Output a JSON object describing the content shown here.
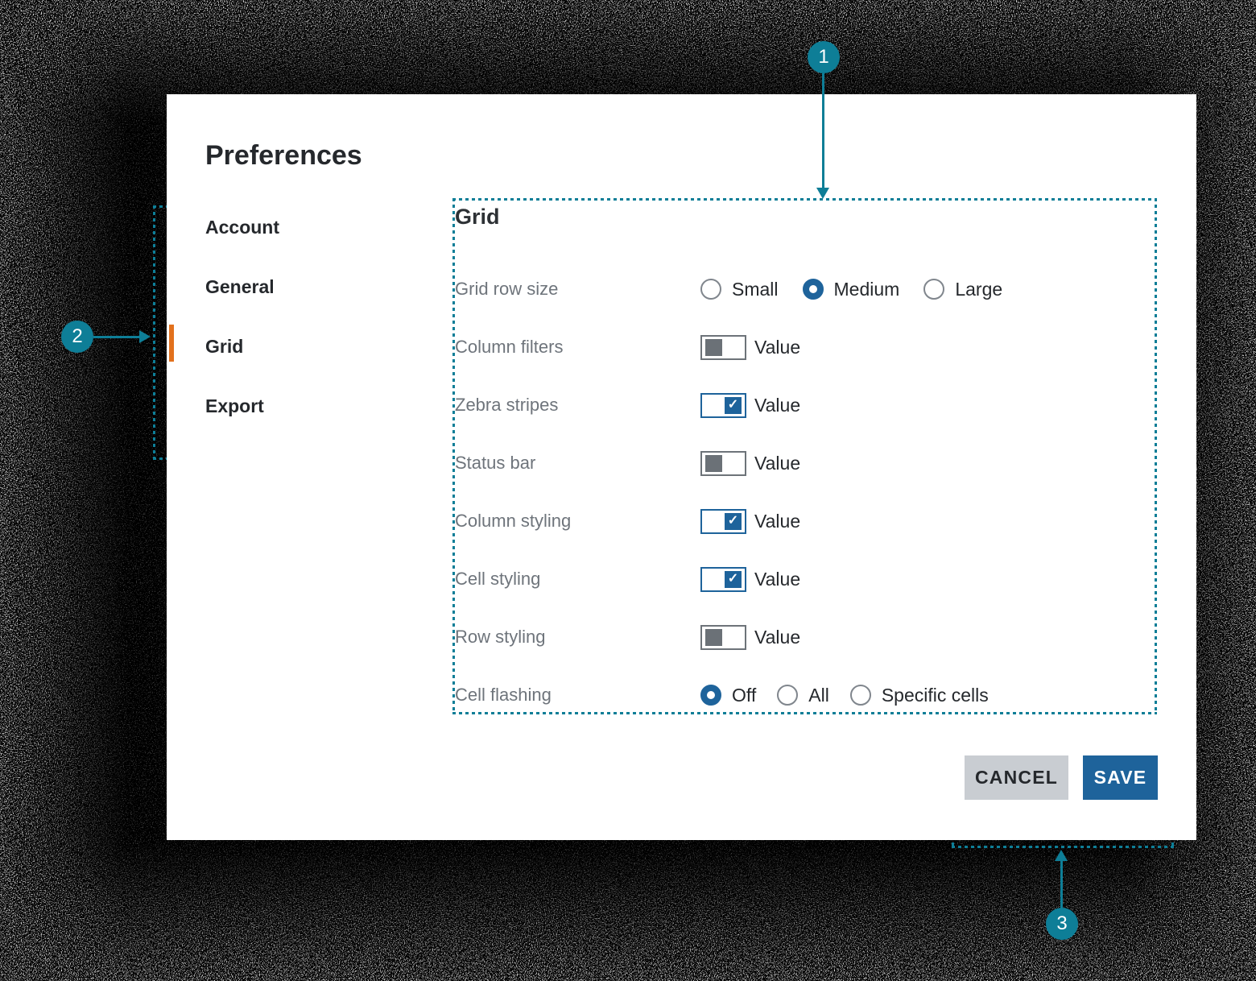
{
  "colors": {
    "accent-teal": "#0e7e97",
    "primary-blue": "#1e639b",
    "selected-orange": "#e2711d",
    "cancel-bg": "#c9cdd2",
    "dialog-bg": "#ffffff",
    "label-gray": "#6e747b",
    "text-dark": "#25282c"
  },
  "dialog": {
    "title": "Preferences",
    "sidebar": {
      "items": [
        {
          "label": "Account",
          "selected": false
        },
        {
          "label": "General",
          "selected": false
        },
        {
          "label": "Grid",
          "selected": true
        },
        {
          "label": "Export",
          "selected": false
        }
      ]
    },
    "panel": {
      "heading": "Grid",
      "rows": [
        {
          "label": "Grid row size",
          "control": "radio-group",
          "options": [
            {
              "label": "Small",
              "selected": false
            },
            {
              "label": "Medium",
              "selected": true
            },
            {
              "label": "Large",
              "selected": false
            }
          ]
        },
        {
          "label": "Column filters",
          "control": "toggle",
          "checked": false,
          "value_label": "Value"
        },
        {
          "label": "Zebra stripes",
          "control": "toggle",
          "checked": true,
          "value_label": "Value"
        },
        {
          "label": "Status bar",
          "control": "toggle",
          "checked": false,
          "value_label": "Value"
        },
        {
          "label": "Column styling",
          "control": "toggle",
          "checked": true,
          "value_label": "Value"
        },
        {
          "label": "Cell styling",
          "control": "toggle",
          "checked": true,
          "value_label": "Value"
        },
        {
          "label": "Row styling",
          "control": "toggle",
          "checked": false,
          "value_label": "Value"
        },
        {
          "label": "Cell flashing",
          "control": "radio-group",
          "options": [
            {
              "label": "Off",
              "selected": true
            },
            {
              "label": "All",
              "selected": false
            },
            {
              "label": "Specific cells",
              "selected": false
            }
          ]
        }
      ]
    },
    "footer": {
      "cancel_label": "CANCEL",
      "save_label": "SAVE"
    }
  },
  "annotations": {
    "badge1": "1",
    "badge2": "2",
    "badge3": "3"
  }
}
